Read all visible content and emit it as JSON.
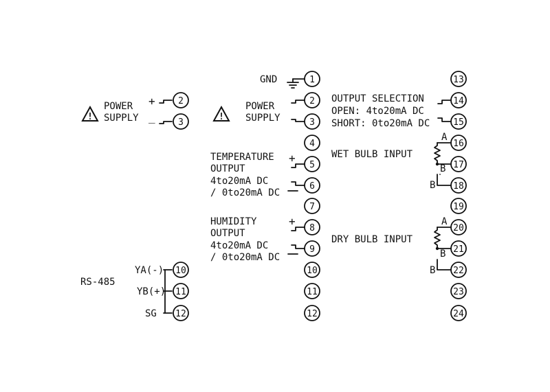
{
  "left": {
    "power": {
      "line1": "POWER",
      "line2": "SUPPLY",
      "plus": "+",
      "minus": "_",
      "t_plus": "2",
      "t_minus": "3"
    },
    "rs485": {
      "label": "RS-485",
      "ya": "YA(-)",
      "yb": "YB(+)",
      "sg": "SG",
      "t_ya": "10",
      "t_yb": "11",
      "t_sg": "12"
    }
  },
  "middle": {
    "terminals": [
      "1",
      "2",
      "3",
      "4",
      "5",
      "6",
      "7",
      "8",
      "9",
      "10",
      "11",
      "12"
    ],
    "gnd": "GND",
    "power": {
      "line1": "POWER",
      "line2": "SUPPLY"
    },
    "temperature": {
      "line1": "TEMPERATURE",
      "line2": "OUTPUT",
      "line3": "4to20mA DC",
      "line4": "/ 0to20mA DC",
      "plus": "+",
      "minus": "—"
    },
    "humidity": {
      "line1": "HUMIDITY",
      "line2": "OUTPUT",
      "line3": "4to20mA DC",
      "line4": "/ 0to20mA DC",
      "plus": "+",
      "minus": "—"
    }
  },
  "right": {
    "terminals": [
      "13",
      "14",
      "15",
      "16",
      "17",
      "18",
      "19",
      "20",
      "21",
      "22",
      "23",
      "24"
    ],
    "output_selection": {
      "line1": "OUTPUT SELECTION",
      "line2": "OPEN: 4to20mA DC",
      "line3": "SHORT: 0to20mA DC"
    },
    "wet_bulb": {
      "label": "WET BULB INPUT",
      "a": "A",
      "b_inner": "B",
      "b_outer": "B"
    },
    "dry_bulb": {
      "label": "DRY BULB INPUT",
      "a": "A",
      "b_inner": "B",
      "b_outer": "B"
    }
  },
  "warning_symbol": "!",
  "icons": [
    "warning-icon",
    "ground-icon",
    "resistor-icon"
  ]
}
